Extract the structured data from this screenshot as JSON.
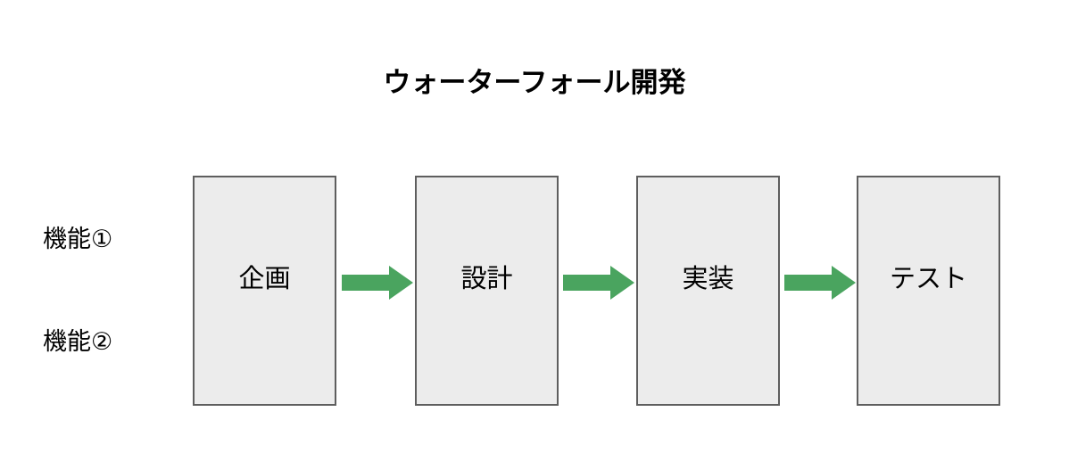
{
  "diagram": {
    "title": "ウォーターフォール開発",
    "background_color": "#ffffff",
    "lane_labels": [
      {
        "name": "lane-1",
        "text": "機能①"
      },
      {
        "name": "lane-2",
        "text": "機能②"
      }
    ],
    "phases": [
      {
        "name": "planning",
        "label": "企画"
      },
      {
        "name": "design",
        "label": "設計"
      },
      {
        "name": "implementation",
        "label": "実装"
      },
      {
        "name": "test",
        "label": "テスト"
      }
    ],
    "arrows": [
      {
        "name": "arrow-planning-to-design",
        "direction": "right"
      },
      {
        "name": "arrow-design-to-implementation",
        "direction": "right"
      },
      {
        "name": "arrow-implementation-to-test",
        "direction": "right"
      }
    ],
    "colors": {
      "box_fill": "#ececec",
      "box_border": "#5e5e5e",
      "arrow": "#4aa45f",
      "text": "#000000"
    }
  }
}
